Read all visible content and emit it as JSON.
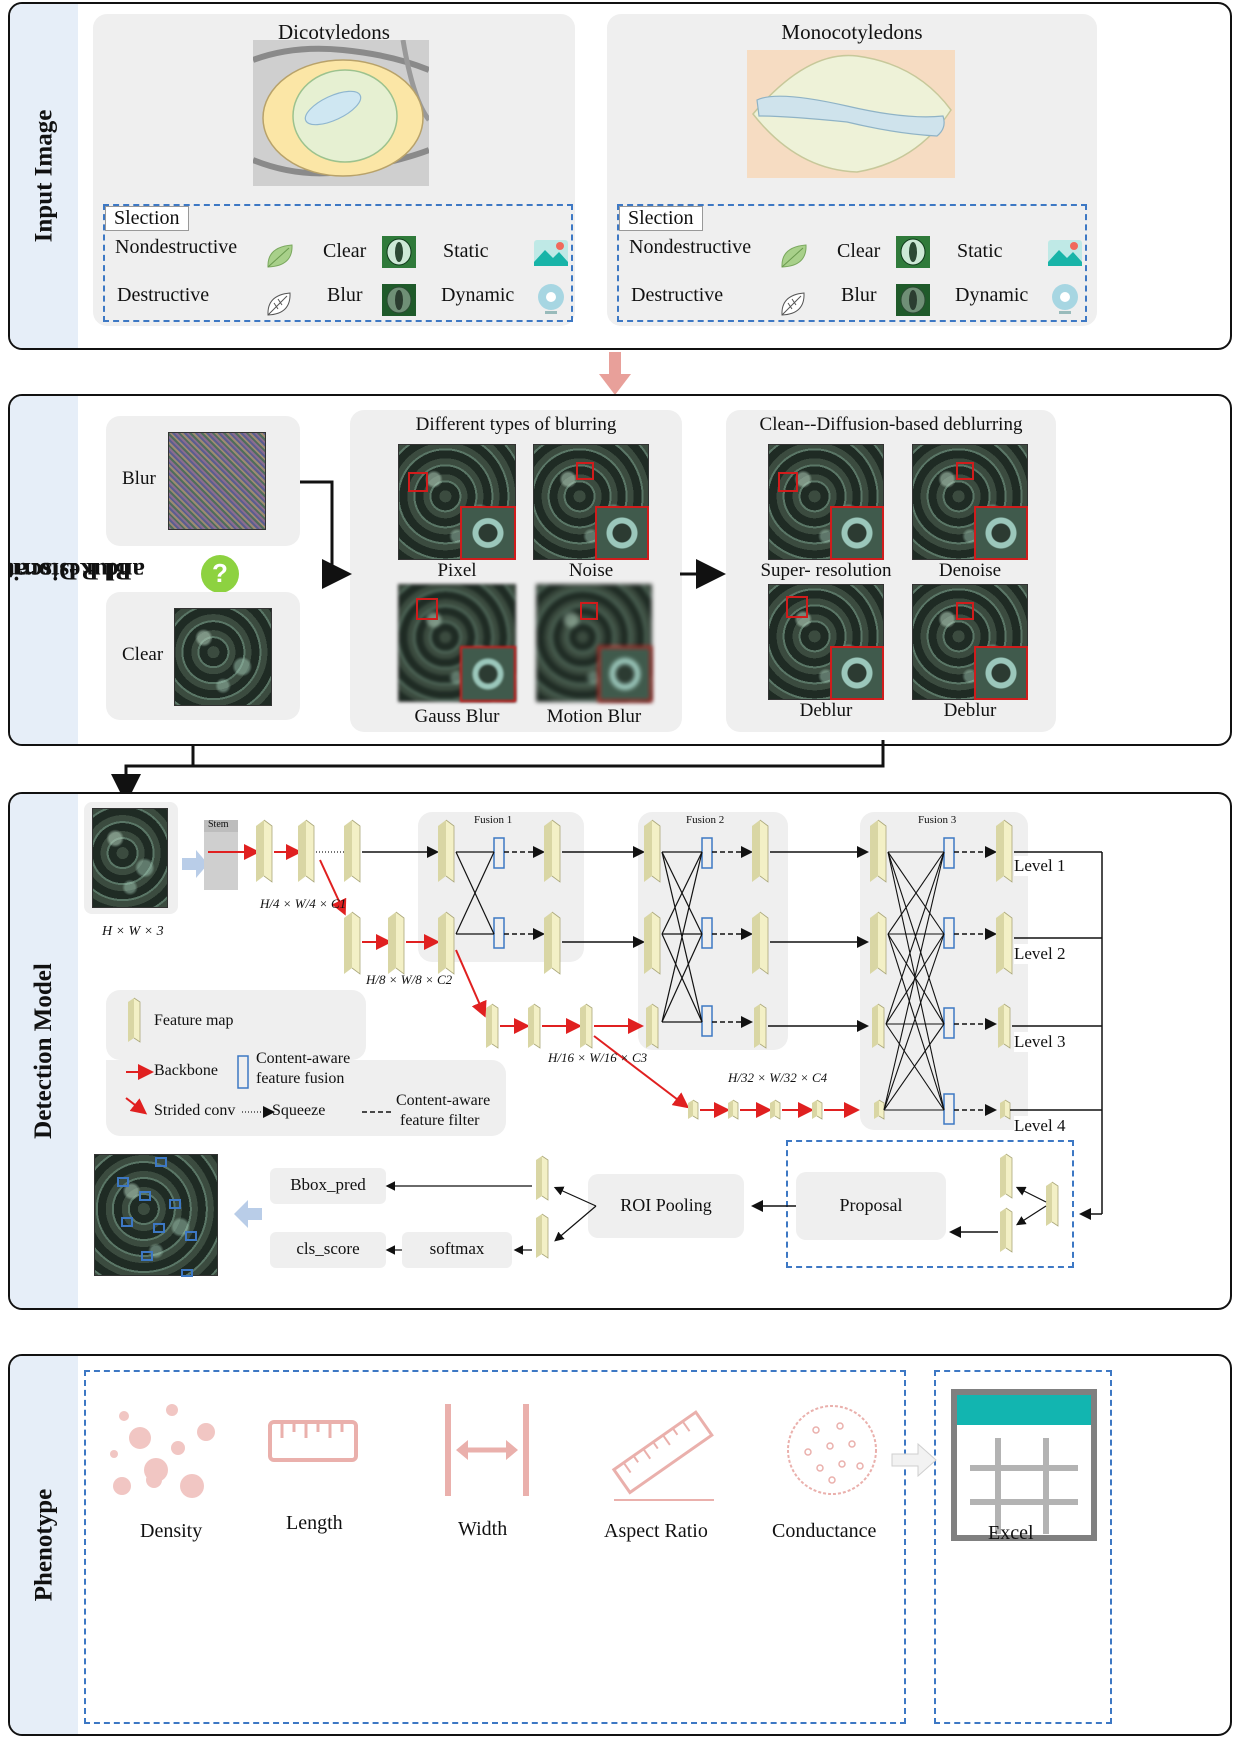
{
  "input": {
    "title": "Input Image",
    "dicot_title": "Dicotyledons",
    "monocot_title": "Monocotyledons",
    "selection_label": "Slection",
    "nondestructive": "Nondestructive",
    "destructive": "Destructive",
    "clear": "Clear",
    "blur": "Blur",
    "static": "Static",
    "dynamic": "Dynamic"
  },
  "blur": {
    "title_line1": "Blur Discriminator",
    "title_line2": "and Restoration",
    "blur_label": "Blur",
    "clear_label": "Clear",
    "question": "?",
    "types_title": "Different types of blurring",
    "pixel": "Pixel",
    "noise": "Noise",
    "gauss": "Gauss Blur",
    "motion": "Motion Blur",
    "clean_title": "Clean--Diffusion-based deblurring",
    "superres": "Super- resolution",
    "denoise": "Denoise",
    "deblur1": "Deblur",
    "deblur2": "Deblur"
  },
  "detect": {
    "title": "Detection Model",
    "stem": "Stem",
    "input_dims": "H × W × 3",
    "dims1": "H/4 × W/4 × C1",
    "dims2": "H/8 × W/8 × C2",
    "dims3": "H/16 × W/16 × C3",
    "dims4": "H/32 × W/32 × C4",
    "fusion1": "Fusion 1",
    "fusion2": "Fusion 2",
    "fusion3": "Fusion 3",
    "level1": "Level 1",
    "level2": "Level 2",
    "level3": "Level 3",
    "level4": "Level 4",
    "legend_feature_map": "Feature map",
    "legend_backbone": "Backbone",
    "legend_caff_1": "Content-aware",
    "legend_caff_2": "feature fusion",
    "legend_strided": "Strided conv",
    "legend_squeeze": "Squeeze",
    "legend_filter_1": "Content-aware",
    "legend_filter_2": "feature filter",
    "bbox_pred": "Bbox_pred",
    "cls_score": "cls_score",
    "softmax": "softmax",
    "roi_pooling": "ROI Pooling",
    "proposal": "Proposal"
  },
  "phenotype": {
    "title": "Phenotype",
    "items": [
      "Density",
      "Length",
      "Width",
      "Aspect Ratio",
      "Conductance"
    ],
    "excel": "Excel"
  },
  "colors": {
    "accent_blue": "#3d78c4",
    "arrow_red": "#e02020",
    "pink_arrow": "#e8a09a",
    "sidebar": "#e6eef8",
    "feature_map": "#f3f0c6",
    "excel_teal": "#12b5b0"
  }
}
